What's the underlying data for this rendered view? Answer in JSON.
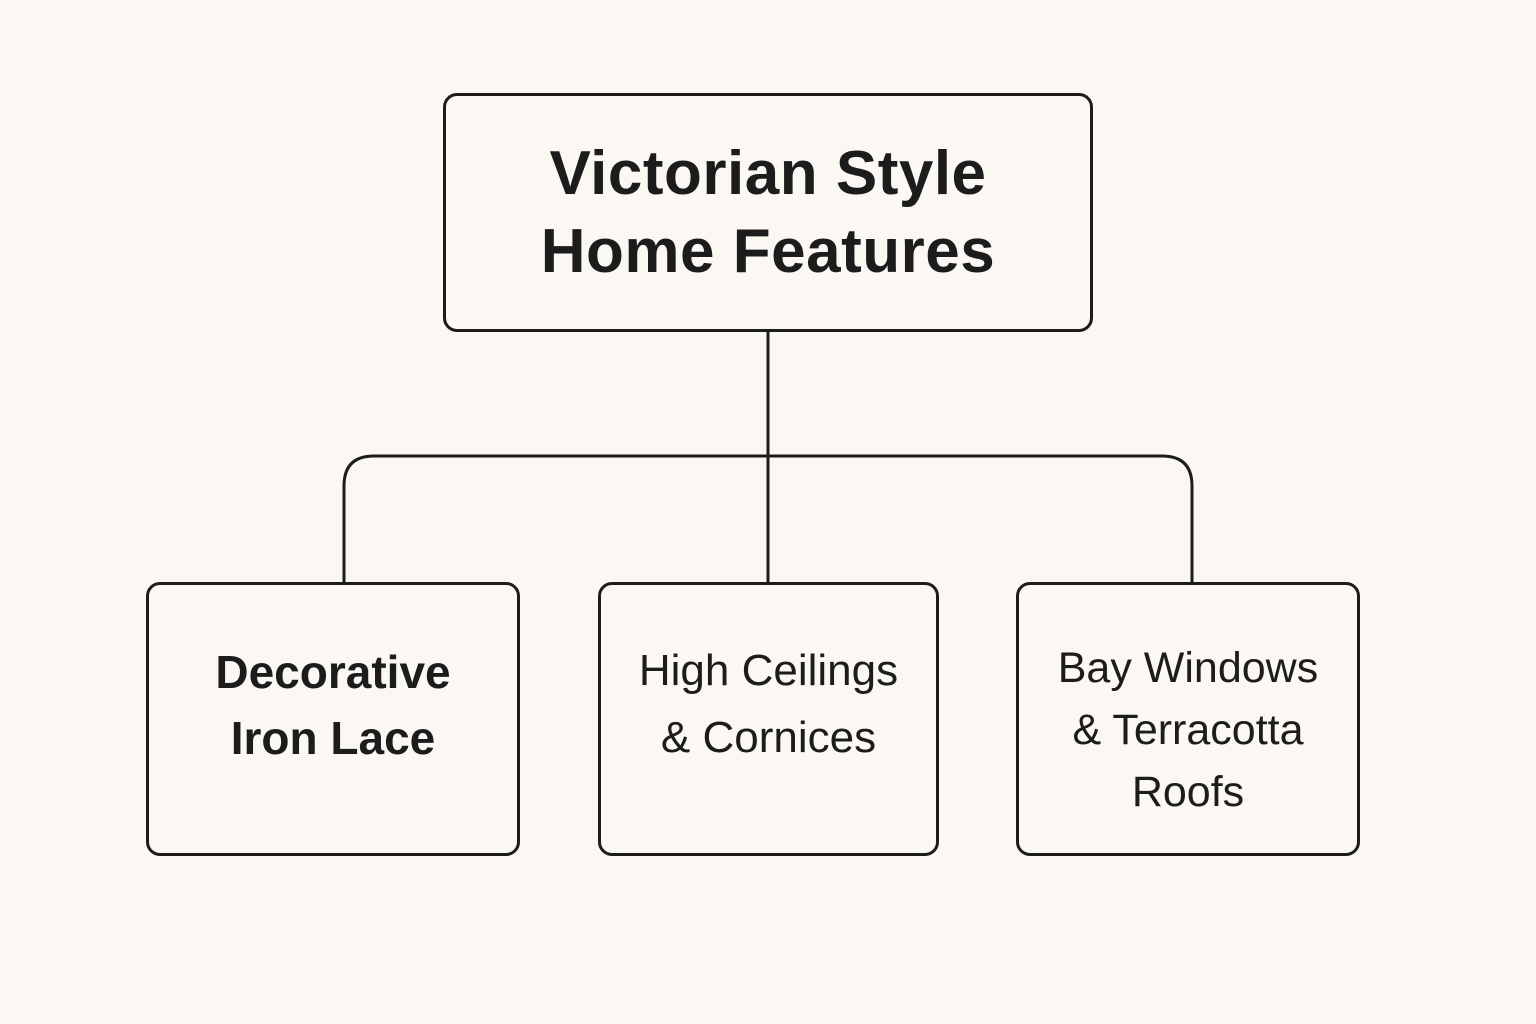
{
  "diagram": {
    "root": {
      "label": "Victorian Style\nHome Features"
    },
    "children": [
      {
        "label": "Decorative\nIron Lace"
      },
      {
        "label": "High Ceilings\n& Cornices"
      },
      {
        "label": "Bay Windows\n& Terracotta\nRoofs"
      }
    ]
  },
  "colors": {
    "background": "#fbf8f3",
    "stroke": "#1c1c1c",
    "text": "#1c1c1c"
  }
}
